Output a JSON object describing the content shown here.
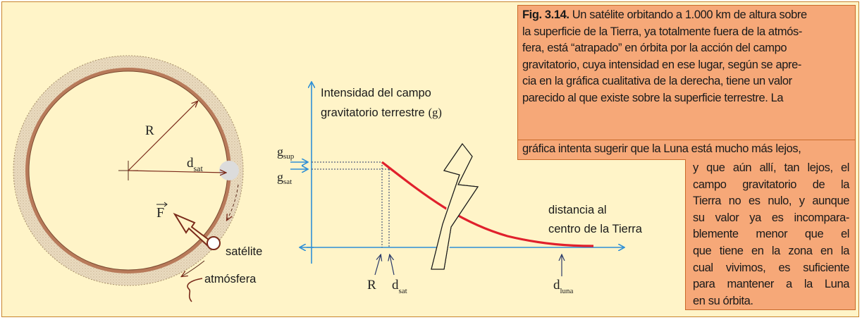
{
  "figure": {
    "labels": {
      "radius": "R",
      "d_sat_base": "d",
      "d_sat_sub": "sat",
      "force": "F",
      "satellite": "satélite",
      "atmosphere": "atmósfera"
    },
    "graph": {
      "y_axis_label_line1": "Intensidad del campo",
      "y_axis_label_line2": "gravitatorio terrestre",
      "y_axis_label_symbol": "(g)",
      "x_axis_label_line1": "distancia al",
      "x_axis_label_line2": "centro de la Tierra",
      "g_sup_base": "g",
      "g_sup_sub": "sup",
      "g_sat_base": "g",
      "g_sat_sub": "sat",
      "tick_R": "R",
      "tick_dsat_base": "d",
      "tick_dsat_sub": "sat",
      "tick_dluna_base": "d",
      "tick_dluna_sub": "luna"
    }
  },
  "caption": {
    "fig_label": "Fig. 3.14.",
    "lines_top": [
      " Un satélite orbitando a 1.000 km de altura sobre",
      "la superficie de la Tierra, ya totalmente fuera de la atmós-",
      "fera, está “atrapado” en órbita por la acción del campo",
      "gravitatorio, cuya intensidad en ese lugar, según se apre-",
      "cia en la gráfica cualitativa de la derecha, tiene un valor",
      "parecido al que existe sobre la superficie terrestre. La"
    ],
    "line_mid": "gráfica intenta sugerir que la Luna está mucho más lejos,",
    "lines_side": [
      "y que aún allí, tan lejos, el",
      "campo gravitatorio de la",
      "Tierra no es nulo, y aunque",
      "su valor ya es incompara-",
      "blemente menor que el",
      "que tiene en la zona en la",
      "cual vivimos, es suficiente",
      "para mantener a la Luna",
      "en su órbita."
    ]
  },
  "colors": {
    "background": "#fff4c8",
    "border": "#c8842e",
    "caption_bg": "#f6a878",
    "axis_blue": "#2f8fd6",
    "curve_red": "#e0202c",
    "earth_ring": "#b87a5a",
    "atmosphere": "#ead9b8"
  }
}
